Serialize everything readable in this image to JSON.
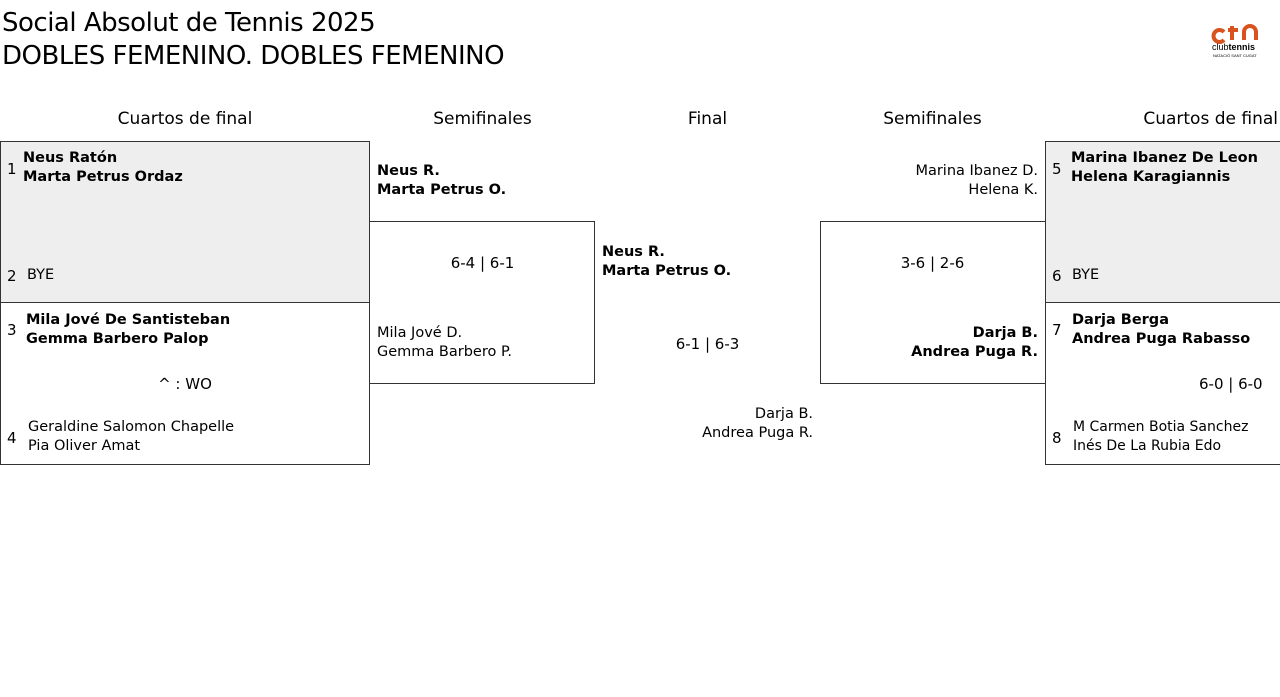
{
  "header": {
    "title": "Social Absolut de Tennis 2025",
    "subtitle": "DOBLES FEMENINO. DOBLES FEMENINO",
    "logo_text": "ctn clubtennis NATACIÓ SANT CUGAT",
    "logo_color": "#d9531e"
  },
  "rounds": {
    "qf_left": "Cuartos de final",
    "sf_left": "Semifinales",
    "final": "Final",
    "sf_right": "Semifinales",
    "qf_right": "Cuartos de final"
  },
  "qf_left": [
    {
      "seed": "1",
      "p1": "Neus Ratón",
      "p2": "Marta Petrus Ordaz"
    },
    {
      "seed": "2",
      "p1": "BYE"
    },
    {
      "seed": "3",
      "p1": "Mila Jové De Santisteban",
      "p2": "Gemma Barbero Palop"
    },
    {
      "seed": "4",
      "p1": "Geraldine Salomon Chapelle",
      "p2": "Pia Oliver Amat"
    }
  ],
  "qf_left_scores": {
    "m2": "^ : WO"
  },
  "sf_left": {
    "top": {
      "p1": "Neus R.",
      "p2": "Marta Petrus O."
    },
    "score": "6-4 | 6-1",
    "bottom": {
      "p1": "Mila Jové D.",
      "p2": "Gemma Barbero P."
    }
  },
  "final": {
    "top": {
      "p1": "Neus R.",
      "p2": "Marta Petrus O."
    },
    "score": "6-1 | 6-3",
    "bottom": {
      "p1": "Darja B.",
      "p2": "Andrea Puga R."
    }
  },
  "sf_right": {
    "top": {
      "p1": "Marina Ibanez D.",
      "p2": "Helena K."
    },
    "score": "3-6 | 2-6",
    "bottom": {
      "p1": "Darja B.",
      "p2": "Andrea Puga R."
    }
  },
  "qf_right": [
    {
      "seed": "5",
      "p1": "Marina Ibanez De Leon",
      "p2": "Helena Karagiannis"
    },
    {
      "seed": "6",
      "p1": "BYE"
    },
    {
      "seed": "7",
      "p1": "Darja Berga",
      "p2": "Andrea Puga Rabasso"
    },
    {
      "seed": "8",
      "p1": "M Carmen Botia Sanchez",
      "p2": "Inés De La Rubia Edo"
    }
  ],
  "qf_right_scores": {
    "m2": "6-0 | 6-0"
  }
}
